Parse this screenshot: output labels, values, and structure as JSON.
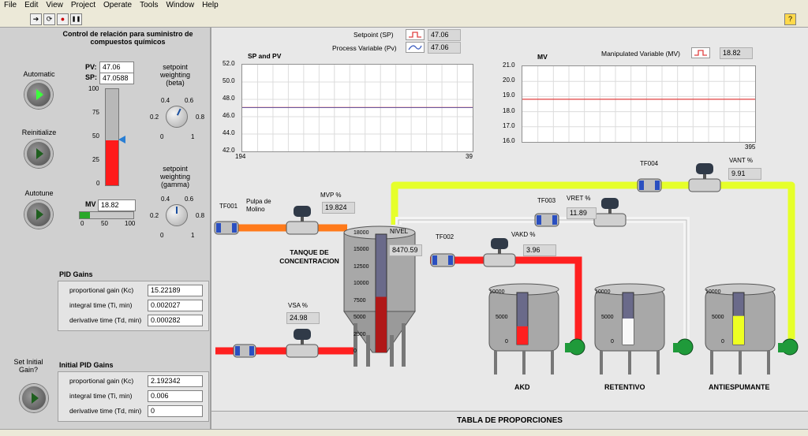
{
  "menu": [
    "File",
    "Edit",
    "View",
    "Project",
    "Operate",
    "Tools",
    "Window",
    "Help"
  ],
  "toolbar": {
    "run": "➔",
    "run_cont": "⟳",
    "abort": "●",
    "pause": "❚❚",
    "help": "?"
  },
  "left": {
    "title": "Control de relación para suministro de compuestos químicos",
    "automatic": "Automatic",
    "reinitialize": "Reinitialize",
    "autotune": "Autotune",
    "pv_label": "PV:",
    "pv_value": "47.06",
    "sp_label": "SP:",
    "sp_value": "47.0588",
    "slider_ticks": [
      "100",
      "75",
      "50",
      "25",
      "0"
    ],
    "slider_level": 0.47,
    "beta_label": "setpoint weighting (beta)",
    "gamma_label": "setpoint weighting (gamma)",
    "knob_ticks": {
      "t04": "0.4",
      "t06": "0.6",
      "t02": "0.2",
      "t08": "0.8",
      "t0": "0",
      "t1": "1"
    },
    "mv_label": "MV",
    "mv_value": "18.82",
    "mv_ticks": [
      "0",
      "50",
      "100"
    ],
    "pid_title": "PID Gains",
    "pid": [
      {
        "label": "proportional gain (Kc)",
        "value": "15.22189"
      },
      {
        "label": "integral time (Ti, min)",
        "value": "0.002027"
      },
      {
        "label": "derivative time (Td, min)",
        "value": "0.000282"
      }
    ],
    "set_initial": "Set Initial Gain?",
    "ipid_title": "Initial PID Gains",
    "ipid": [
      {
        "label": "proportional gain (Kc)",
        "value": "2.192342"
      },
      {
        "label": "integral time (Ti, min)",
        "value": "0.006"
      },
      {
        "label": "derivative time (Td, min)",
        "value": "0"
      }
    ]
  },
  "chart_data": [
    {
      "type": "line",
      "title": "SP and PV",
      "ylim": [
        42,
        52
      ],
      "yticks": [
        "52.0",
        "50.0",
        "48.0",
        "46.0",
        "44.0",
        "42.0"
      ],
      "xticks": [
        "194",
        "39"
      ],
      "series": [
        {
          "name": "Setpoint (SP)",
          "value": "47.06",
          "y": 47.06,
          "color": "#e04040"
        },
        {
          "name": "Process Variable (Pv)",
          "value": "47.06",
          "y": 47.06,
          "color": "#4060c0"
        }
      ]
    },
    {
      "type": "line",
      "title": "MV",
      "ylim": [
        16,
        21
      ],
      "yticks": [
        "21.0",
        "20.0",
        "19.0",
        "18.0",
        "17.0",
        "16.0"
      ],
      "xticks": [
        "395"
      ],
      "series": [
        {
          "name": "Manipulated Variable (MV)",
          "value": "18.82",
          "y": 18.82,
          "color": "#e04040"
        }
      ]
    }
  ],
  "process": {
    "tf001": "TF001",
    "pulpa": "Pulpa de Molino",
    "mvp_label": "MVP %",
    "mvp_value": "19.824",
    "tanque": "TANQUE DE CONCENTRACION",
    "nivel_label": "NIVEL",
    "nivel_value": "8470.59",
    "tank_ticks": [
      "18000",
      "15000",
      "12500",
      "10000",
      "7500",
      "5000",
      "2500",
      "0"
    ],
    "tank_level": 0.47,
    "vsa_label": "VSA %",
    "vsa_value": "24.98",
    "tf002": "TF002",
    "vakd_label": "VAKD %",
    "vakd_value": "3.96",
    "tf003": "TF003",
    "vret_label": "VRET %",
    "vret_value": "11.89",
    "tf004": "TF004",
    "vant_label": "VANT %",
    "vant_value": "9.91",
    "small_ticks": [
      "10000",
      "5000",
      "0"
    ],
    "akd": "AKD",
    "akd_level": 0.35,
    "retentivo": "RETENTIVO",
    "retentivo_level": 0.5,
    "antiespumante": "ANTIESPUMANTE",
    "anti_level": 0.55
  },
  "tabla": "TABLA DE PROPORCIONES",
  "colors": {
    "orange": "#ff7a1a",
    "red": "#ff2020",
    "yellow": "#e6ff2a",
    "white": "#f4f4f4"
  }
}
